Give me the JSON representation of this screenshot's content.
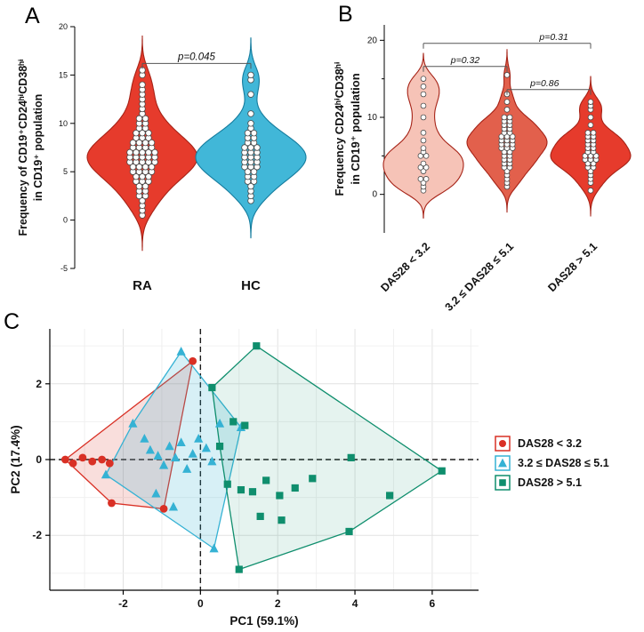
{
  "panels": {
    "a": "A",
    "b": "B",
    "c": "C"
  },
  "legend": {
    "items": [
      {
        "label": "DAS28 < 3.2",
        "symbol": "circle",
        "color": "#d93025"
      },
      {
        "label": "3.2 ≤ DAS28 ≤ 5.1",
        "symbol": "triangle",
        "color": "#35b2d4"
      },
      {
        "label": "DAS28 > 5.1",
        "symbol": "square",
        "color": "#0f8e6d"
      }
    ]
  },
  "chart_data": [
    {
      "id": "panel_a",
      "type": "violin",
      "ylabel_line1": "Frequency of CD19⁺CD24ʰⁱCD38ʰⁱ",
      "ylabel_line2": "in CD19⁺ population",
      "ylim": [
        -5,
        20
      ],
      "yticks": [
        -5,
        0,
        5,
        10,
        15,
        20
      ],
      "categories": [
        "RA",
        "HC"
      ],
      "series": [
        {
          "name": "RA",
          "fill": "#e63b2c",
          "stroke": "#a62317",
          "values": [
            0.5,
            1,
            1.5,
            2,
            2.5,
            2.5,
            3,
            3,
            3.5,
            3.5,
            4,
            4,
            4,
            4.5,
            4.5,
            4.5,
            5,
            5,
            5,
            5,
            5.5,
            5.5,
            5.5,
            5.5,
            6,
            6,
            6,
            6,
            6,
            6.5,
            6.5,
            6.5,
            6.5,
            6.5,
            7,
            7,
            7,
            7,
            7,
            7.5,
            7.5,
            7.5,
            7.5,
            8,
            8,
            8,
            8,
            8.5,
            8.5,
            8.5,
            9,
            9,
            9,
            9.5,
            9.5,
            10,
            10,
            10.5,
            10.5,
            11,
            11.5,
            12,
            12.5,
            13,
            13.5,
            14,
            14.9,
            15.4
          ]
        },
        {
          "name": "HC",
          "fill": "#41b7d8",
          "stroke": "#157c9e",
          "values": [
            1.8,
            2.5,
            3,
            3.5,
            4,
            4,
            4.5,
            4.5,
            5,
            5,
            5.5,
            5.5,
            5.5,
            6,
            6,
            6,
            6.5,
            6.5,
            6.5,
            7,
            7,
            7,
            7.5,
            7.5,
            7.5,
            8,
            8,
            8.5,
            8.5,
            9,
            9,
            9.6,
            10.2,
            11,
            13.2,
            14.5,
            15.2
          ]
        }
      ],
      "brackets": [
        {
          "from": 0,
          "to": 1,
          "y": 16.2,
          "label": "p=0.045"
        }
      ]
    },
    {
      "id": "panel_b",
      "type": "violin",
      "ylabel_line1": "Frequency CD24ʰⁱCD38ʰⁱ",
      "ylabel_line2": "in CD19⁺ population",
      "ylim": [
        -5,
        22
      ],
      "yticks": [
        0,
        10,
        20
      ],
      "yticks_minor": [
        5,
        15
      ],
      "categories": [
        "DAS28 < 3.2",
        "3.2 ≤ DAS28 ≤ 5.1",
        "DAS28 > 5.1"
      ],
      "series": [
        {
          "name": "DAS28 < 3.2",
          "fill": "#f6c3b7",
          "stroke": "#a62317",
          "values": [
            0.3,
            0.8,
            1.5,
            2.2,
            2.2,
            3,
            3.6,
            3.6,
            4.2,
            5,
            5,
            5.5,
            6.2,
            7,
            8.2,
            9.8,
            11.5,
            12.8,
            13.8,
            15
          ]
        },
        {
          "name": "3.2 ≤ DAS28 ≤ 5.1",
          "fill": "#e2604c",
          "stroke": "#a62317",
          "values": [
            1,
            1.5,
            2,
            2.5,
            3,
            3.5,
            3.5,
            4,
            4,
            4.5,
            4.5,
            5,
            5,
            5.5,
            5.5,
            6,
            6,
            6,
            6.5,
            6.5,
            6.5,
            7,
            7,
            7,
            7.5,
            7.5,
            7.5,
            8,
            8,
            8.5,
            8.5,
            9,
            9,
            9.5,
            9.5,
            10,
            10,
            11,
            12,
            13,
            15.5
          ]
        },
        {
          "name": "DAS28 > 5.1",
          "fill": "#e63b2c",
          "stroke": "#a62317",
          "values": [
            0.5,
            1.5,
            2,
            2.5,
            3,
            3.5,
            3.5,
            4,
            4,
            4.5,
            4.5,
            4.5,
            5,
            5,
            5,
            5.5,
            5.5,
            6,
            6,
            6.5,
            6.5,
            7,
            7,
            7.5,
            7.5,
            8,
            8,
            9,
            10,
            11,
            11.5,
            12
          ]
        }
      ],
      "brackets": [
        {
          "from": 0,
          "to": 1,
          "y": 16.6,
          "label": "p=0.32",
          "label_frac": 0.5
        },
        {
          "from": 0,
          "to": 2,
          "y": 19.6,
          "label": "p=0.31",
          "label_frac": 0.78
        },
        {
          "from": 1,
          "to": 2,
          "y": 13.6,
          "label": "p=0.86",
          "label_frac": 0.45
        }
      ]
    },
    {
      "id": "panel_c",
      "type": "scatter",
      "xlabel": "PC1 (59.1%)",
      "ylabel": "PC2 (17.4%)",
      "xlim": [
        -3.9,
        7.2
      ],
      "ylim": [
        -3.45,
        3.45
      ],
      "xticks": [
        -2,
        0,
        2,
        4,
        6
      ],
      "yticks": [
        -2,
        0,
        2
      ],
      "series": [
        {
          "name": "DAS28 < 3.2",
          "marker": "circle",
          "color": "#d93025",
          "fill_alpha": 0.16,
          "points": [
            [
              -3.5,
              0.0
            ],
            [
              -3.3,
              -0.1
            ],
            [
              -3.05,
              0.05
            ],
            [
              -2.8,
              -0.05
            ],
            [
              -2.55,
              0.0
            ],
            [
              -2.35,
              -0.1
            ],
            [
              -2.3,
              -1.15
            ],
            [
              -0.95,
              -1.3
            ],
            [
              -0.2,
              2.6
            ]
          ]
        },
        {
          "name": "3.2 ≤ DAS28 ≤ 5.1",
          "marker": "triangle",
          "color": "#35b2d4",
          "fill_alpha": 0.2,
          "points": [
            [
              -0.5,
              2.85
            ],
            [
              -2.45,
              -0.4
            ],
            [
              -1.75,
              0.95
            ],
            [
              -1.45,
              0.55
            ],
            [
              -1.3,
              0.25
            ],
            [
              -1.15,
              -0.9
            ],
            [
              -1.1,
              0.1
            ],
            [
              -0.95,
              -0.15
            ],
            [
              -0.8,
              0.35
            ],
            [
              -0.7,
              -1.25
            ],
            [
              -0.65,
              0.05
            ],
            [
              -0.5,
              0.45
            ],
            [
              -0.35,
              -0.25
            ],
            [
              -0.2,
              0.15
            ],
            [
              -0.05,
              0.55
            ],
            [
              0.15,
              0.3
            ],
            [
              0.3,
              -0.05
            ],
            [
              0.35,
              -2.35
            ],
            [
              0.5,
              0.95
            ],
            [
              1.05,
              0.85
            ]
          ]
        },
        {
          "name": "DAS28 > 5.1",
          "marker": "square",
          "color": "#0f8e6d",
          "fill_alpha": 0.11,
          "points": [
            [
              1.45,
              3.0
            ],
            [
              0.3,
              1.9
            ],
            [
              0.85,
              1.0
            ],
            [
              1.15,
              0.9
            ],
            [
              0.5,
              0.35
            ],
            [
              3.9,
              0.05
            ],
            [
              6.25,
              -0.3
            ],
            [
              0.7,
              -0.65
            ],
            [
              1.05,
              -0.8
            ],
            [
              1.35,
              -0.85
            ],
            [
              1.7,
              -0.55
            ],
            [
              2.05,
              -0.95
            ],
            [
              2.45,
              -0.75
            ],
            [
              2.9,
              -0.5
            ],
            [
              1.55,
              -1.5
            ],
            [
              2.1,
              -1.6
            ],
            [
              3.85,
              -1.9
            ],
            [
              4.9,
              -0.95
            ],
            [
              1.0,
              -2.9
            ]
          ]
        }
      ]
    }
  ]
}
